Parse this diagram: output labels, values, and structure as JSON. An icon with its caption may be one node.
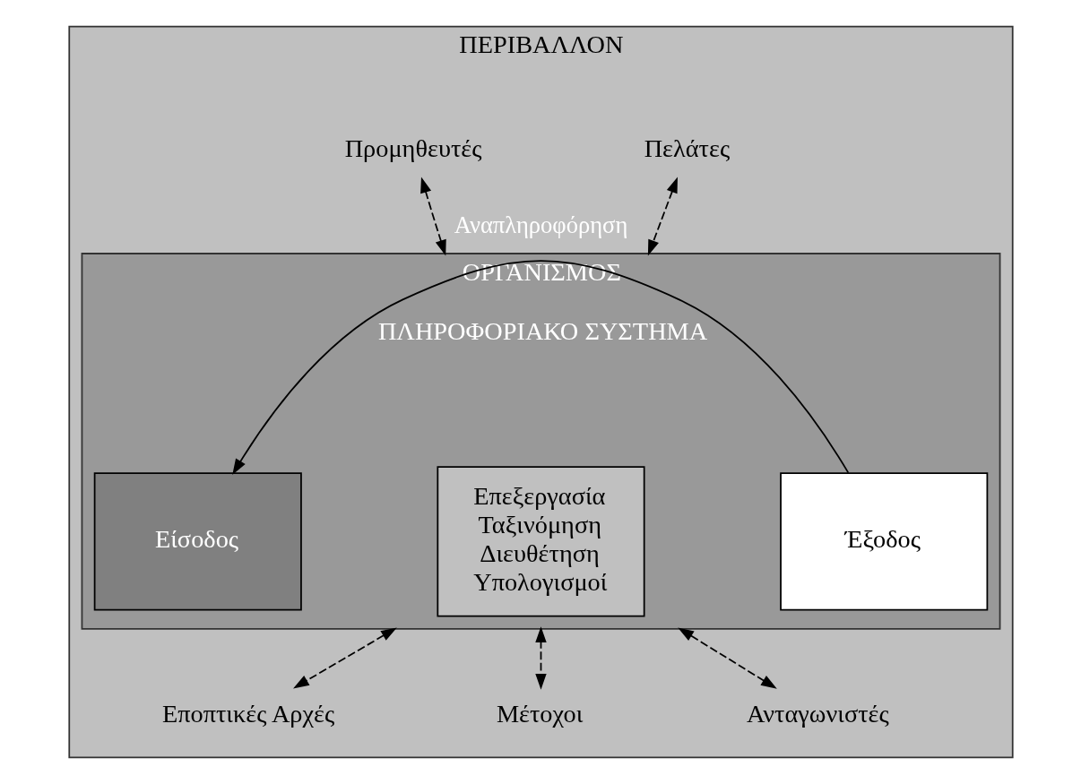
{
  "diagram": {
    "nodes": [
      {
        "text": [
          "ΠΕΡΙΒΑΛΛΟΝ"
        ]
      },
      {
        "text": [
          "Προμηθευτές"
        ],
        "in": 0
      },
      {
        "text": [
          "Πελάτες"
        ],
        "in": 0
      },
      {
        "text": [
          "ΟΡΓΑΝΙΣΜΟΣ",
          "ΠΛΗΡΟΦΟΡΙΑΚΟ ΣΥΣΤΗΜΑ"
        ],
        "in": 0
      },
      {
        "text": [
          "Είσοδος"
        ],
        "in": 3
      },
      {
        "text": [
          "Επεξεργασία Ταξινόμηση Διευθέτηση Υπολογισμοί"
        ],
        "in": 3
      },
      {
        "text": [
          "Έξοδος"
        ],
        "in": 3
      },
      {
        "text": [
          "Εποπτικές Αρχές"
        ],
        "in": 0
      },
      {
        "text": [
          "Μέτοχοι"
        ],
        "in": 0
      },
      {
        "text": [
          "Ανταγωνιστές"
        ],
        "in": 0
      }
    ],
    "edges": [
      {
        "from": 1,
        "to": 3,
        "arrow": "both",
        "style": "dashed"
      },
      {
        "from": 2,
        "to": 3,
        "arrow": "both",
        "style": "dashed"
      },
      {
        "from": 6,
        "to": 4,
        "arrow": "to",
        "label": "Αναπληροφόρηση"
      },
      {
        "from": 3,
        "to": 7,
        "arrow": "both",
        "style": "dashed"
      },
      {
        "from": 3,
        "to": 8,
        "arrow": "both",
        "style": "dashed"
      },
      {
        "from": 3,
        "to": 9,
        "arrow": "both",
        "style": "dashed"
      }
    ]
  }
}
